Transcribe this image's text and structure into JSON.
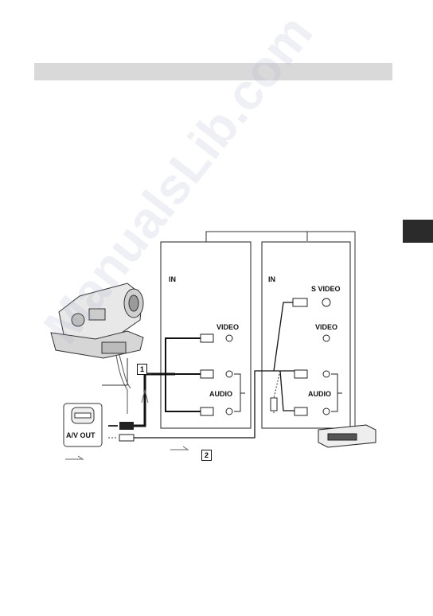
{
  "labels": {
    "in_left": "IN",
    "in_right": "IN",
    "video_left": "VIDEO",
    "audio_left": "AUDIO",
    "s_video": "S VIDEO",
    "video_right": "VIDEO",
    "audio_right": "AUDIO",
    "av_out": "A/V OUT",
    "callout_1": "1",
    "callout_2": "2"
  },
  "watermark": "ManualsLib.com",
  "colors": {
    "header_bar": "#d9d9d9",
    "side_tab": "#2b2b2b",
    "line": "#111111"
  }
}
